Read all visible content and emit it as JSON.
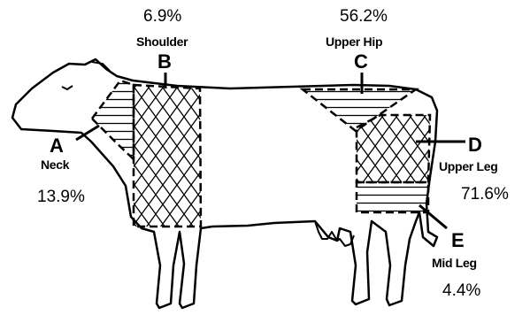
{
  "regions": {
    "a": {
      "letter": "A",
      "name": "Neck",
      "percent": "13.9%"
    },
    "b": {
      "letter": "B",
      "name": "Shoulder",
      "percent": "6.9%"
    },
    "c": {
      "letter": "C",
      "name": "Upper Hip",
      "percent": "56.2%"
    },
    "d": {
      "letter": "D",
      "name": "Upper Leg",
      "percent": "71.6%"
    },
    "e": {
      "letter": "E",
      "name": "Mid Leg",
      "percent": "4.4%"
    }
  },
  "colors": {
    "ink": "#000000",
    "background": "#ffffff"
  }
}
